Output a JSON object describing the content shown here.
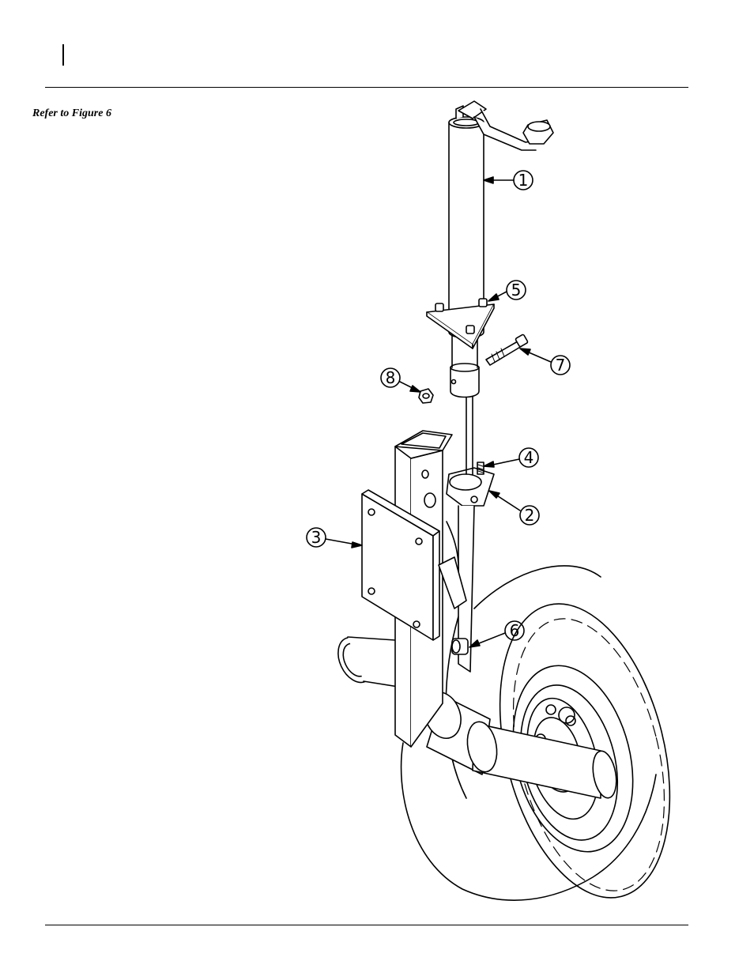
{
  "header": {
    "refer_text": "Refer to Figure 6"
  },
  "figure": {
    "callouts": [
      {
        "id": "callout-1",
        "label": "1"
      },
      {
        "id": "callout-2",
        "label": "2"
      },
      {
        "id": "callout-3",
        "label": "3"
      },
      {
        "id": "callout-4",
        "label": "4"
      },
      {
        "id": "callout-5",
        "label": "5"
      },
      {
        "id": "callout-6",
        "label": "6"
      },
      {
        "id": "callout-7",
        "label": "7"
      },
      {
        "id": "callout-8",
        "label": "8"
      }
    ]
  }
}
